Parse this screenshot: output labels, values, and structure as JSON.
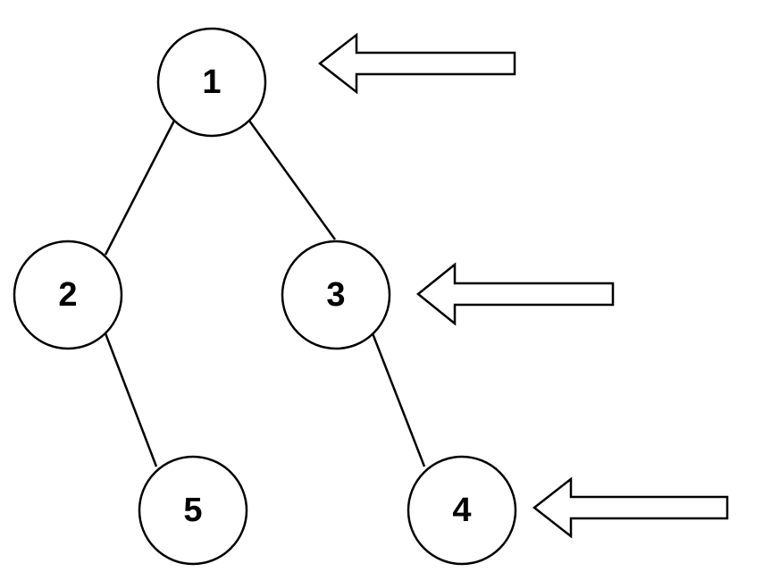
{
  "diagram": {
    "nodes": [
      {
        "id": "n1",
        "label": "1"
      },
      {
        "id": "n2",
        "label": "2"
      },
      {
        "id": "n3",
        "label": "3"
      },
      {
        "id": "n5",
        "label": "5"
      },
      {
        "id": "n4",
        "label": "4"
      }
    ],
    "edges": [
      {
        "from": "n1",
        "to": "n2"
      },
      {
        "from": "n1",
        "to": "n3"
      },
      {
        "from": "n2",
        "to": "n5"
      },
      {
        "from": "n3",
        "to": "n4"
      }
    ],
    "arrows": [
      {
        "points_to": "n1",
        "direction": "left"
      },
      {
        "points_to": "n3",
        "direction": "left"
      },
      {
        "points_to": "n4",
        "direction": "left"
      }
    ]
  }
}
